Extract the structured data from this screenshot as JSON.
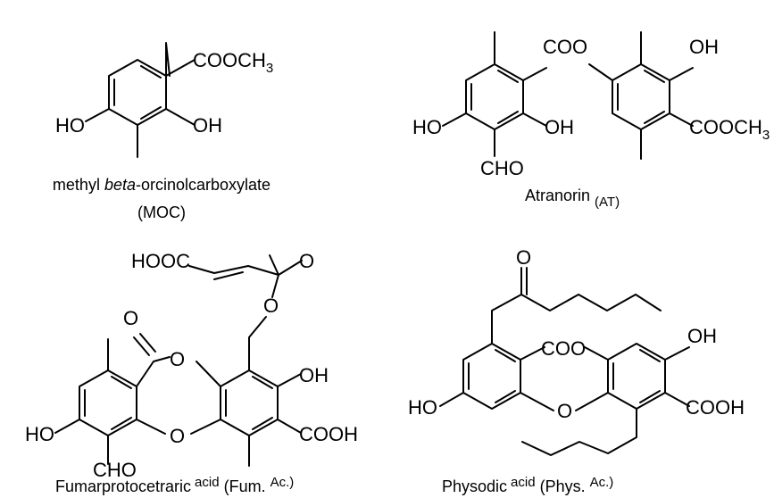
{
  "molecules": {
    "moc": {
      "groups": {
        "ester": "COOCH",
        "ester_sub": "3",
        "ho": "HO",
        "oh": "OH"
      },
      "caption": {
        "pre": "methyl ",
        "italic": "beta",
        "post": "-orcinolcarboxylate",
        "abbr": "(MOC)"
      }
    },
    "at": {
      "groups": {
        "coo": "COO",
        "oh_top": "OH",
        "ester": "COOCH",
        "ester_sub": "3",
        "ho": "HO",
        "oh": "OH",
        "cho": "CHO"
      },
      "caption": {
        "name": "Atranorin",
        "abbr": "(AT)"
      }
    },
    "fum": {
      "groups": {
        "hooc": "HOOC",
        "o_carbonyl": "O",
        "o_ester": "O",
        "o_lactone_c": "O",
        "o_lactone_r": "O",
        "o_ether": "O",
        "oh": "OH",
        "ho": "HO",
        "cooh": "COOH",
        "cho": "CHO"
      },
      "caption": {
        "name": "Fumarprotocetraric",
        "acid": "acid",
        "abbr_open": "(Fum.",
        "abbr_ac": "Ac.)"
      }
    },
    "phys": {
      "groups": {
        "o_ketone": "O",
        "coo": "COO",
        "oh": "OH",
        "ho": "HO",
        "o_ether": "O",
        "cooh": "COOH"
      },
      "caption": {
        "name": "Physodic",
        "acid": "acid",
        "abbr_open": "(Phys.",
        "abbr_ac": "Ac.)"
      }
    }
  }
}
